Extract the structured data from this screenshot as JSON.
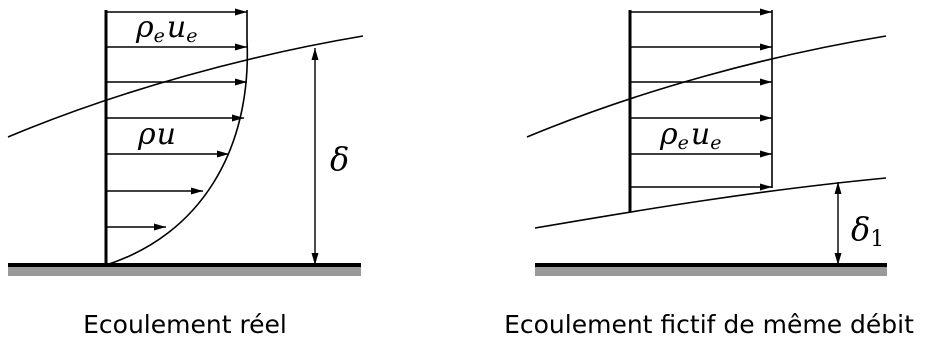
{
  "left_panel": {
    "caption": "Ecoulement réel",
    "label_top": {
      "rho": "ρ",
      "sub1": "e",
      "u": "u",
      "sub2": "e"
    },
    "label_mid": {
      "rho": "ρ",
      "u": "u"
    },
    "thickness": {
      "symbol": "δ"
    }
  },
  "right_panel": {
    "caption": "Ecoulement fictif de même débit",
    "label_mid": {
      "rho": "ρ",
      "sub1": "e",
      "u": "u",
      "sub2": "e"
    },
    "thickness": {
      "symbol": "δ",
      "sub": "1"
    }
  }
}
